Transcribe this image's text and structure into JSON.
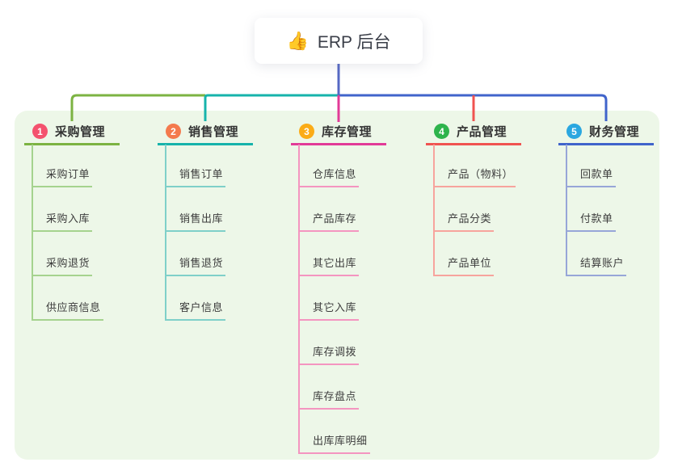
{
  "root": {
    "icon": "thumbs-up-icon",
    "icon_glyph": "👍",
    "title": "ERP 后台"
  },
  "colors": {
    "canvas_bg": "#ffffff",
    "panel_bg": "#edf7e8",
    "root_line": "#5568c4",
    "root_text": "#3a3e48",
    "branch_text": "#333333",
    "child_text": "#3d3d3d"
  },
  "branches": [
    {
      "number": "1",
      "label": "采购管理",
      "circle_color": "#f4526e",
      "line_color": "#7cb342",
      "child_line_color": "#a5d38e",
      "children": [
        "采购订单",
        "采购入库",
        "采购退货",
        "供应商信息"
      ]
    },
    {
      "number": "2",
      "label": "销售管理",
      "circle_color": "#f47a4d",
      "line_color": "#16b3ab",
      "child_line_color": "#7fd0c9",
      "children": [
        "销售订单",
        "销售出库",
        "销售退货",
        "客户信息"
      ]
    },
    {
      "number": "3",
      "label": "库存管理",
      "circle_color": "#fbac17",
      "line_color": "#e23a97",
      "child_line_color": "#f495c0",
      "children": [
        "仓库信息",
        "产品库存",
        "其它出库",
        "其它入库",
        "库存调拨",
        "库存盘点",
        "出库库明细"
      ]
    },
    {
      "number": "4",
      "label": "产品管理",
      "circle_color": "#2eb44c",
      "line_color": "#f05350",
      "child_line_color": "#f7a49d",
      "children": [
        "产品（物料）",
        "产品分类",
        "产品单位"
      ]
    },
    {
      "number": "5",
      "label": "财务管理",
      "circle_color": "#2aa7e0",
      "line_color": "#4064cb",
      "child_line_color": "#97a6d8",
      "children": [
        "回款单",
        "付款单",
        "结算账户"
      ]
    }
  ]
}
